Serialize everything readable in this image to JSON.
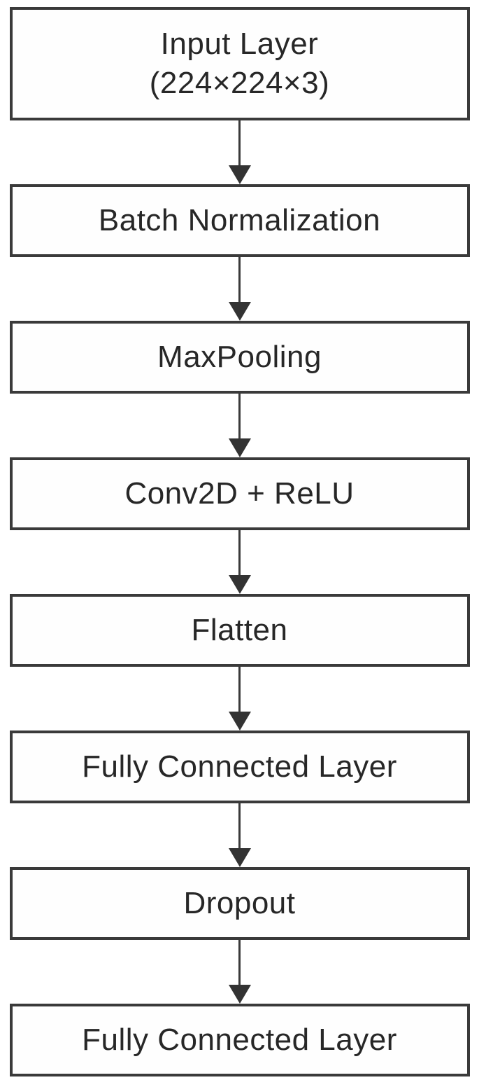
{
  "diagram": {
    "type": "flowchart",
    "direction": "top-to-bottom",
    "colors": {
      "background": "#ffffff",
      "node_fill": "#fefefe",
      "node_border": "#3a3a3a",
      "text": "#272727",
      "arrow": "#3a3a3a"
    },
    "nodes": [
      {
        "lines": [
          "Input Layer",
          "(224×224×3)"
        ]
      },
      {
        "lines": [
          "Batch Normalization"
        ]
      },
      {
        "lines": [
          "MaxPooling"
        ]
      },
      {
        "lines": [
          "Conv2D + ReLU"
        ]
      },
      {
        "lines": [
          "Flatten"
        ]
      },
      {
        "lines": [
          "Fully Connected Layer"
        ]
      },
      {
        "lines": [
          "Dropout"
        ]
      },
      {
        "lines": [
          "Fully Connected Layer"
        ]
      }
    ],
    "edges": [
      {
        "from": 0,
        "to": 1
      },
      {
        "from": 1,
        "to": 2
      },
      {
        "from": 2,
        "to": 3
      },
      {
        "from": 3,
        "to": 4
      },
      {
        "from": 4,
        "to": 5
      },
      {
        "from": 5,
        "to": 6
      },
      {
        "from": 6,
        "to": 7
      }
    ]
  }
}
